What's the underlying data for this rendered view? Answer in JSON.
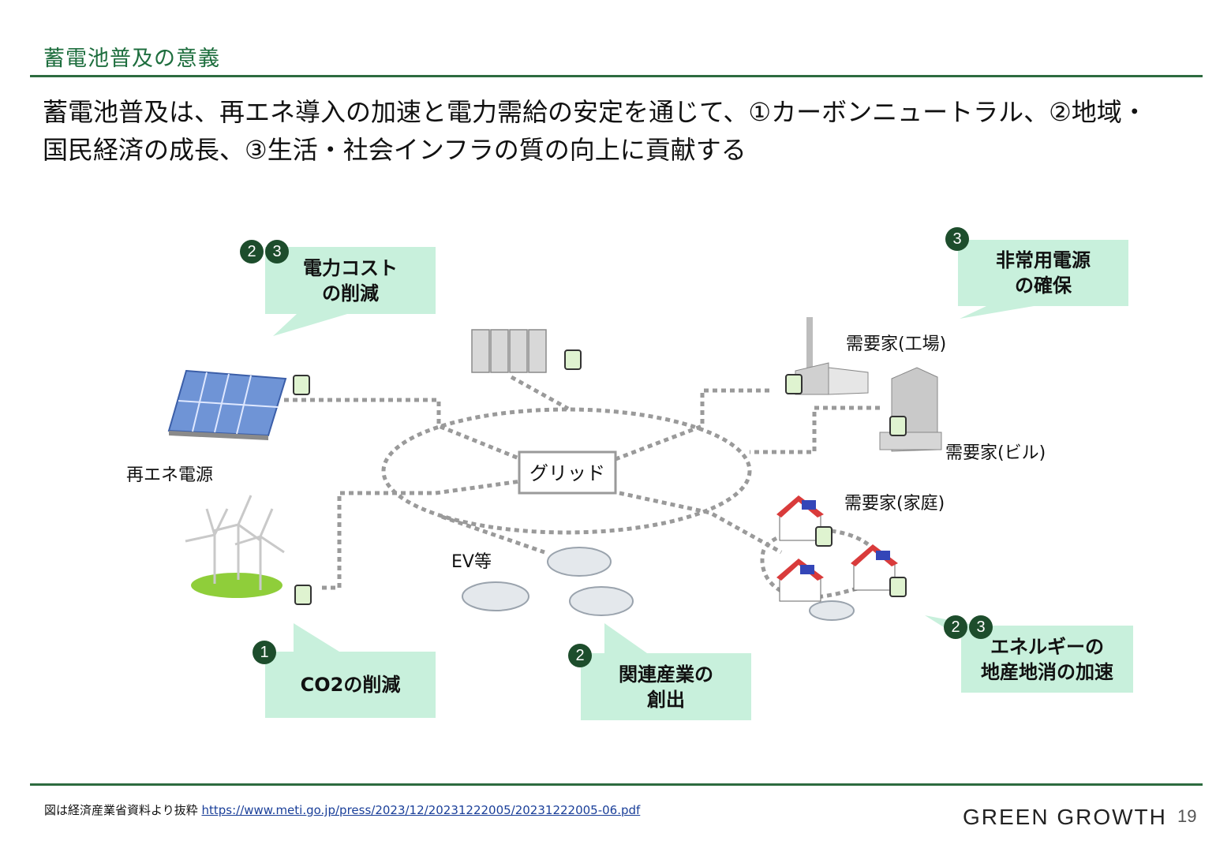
{
  "header": {
    "title": "蓄電池普及の意義"
  },
  "lead": {
    "line1": "蓄電池普及は、再エネ導入の加速と電力需給の安定を通じて、①カーボンニュートラル、②地域・",
    "line2": "国民経済の成長、③生活・社会インフラの質の向上に貢献する"
  },
  "diagram": {
    "grid_label": "グリッド",
    "renewable_label": "再エネ電源",
    "factory_label": "需要家(工場)",
    "building_label": "需要家(ビル)",
    "home_label": "需要家(家庭)",
    "ev_label": "EV等",
    "callouts": [
      {
        "badges": [
          "2",
          "3"
        ],
        "line1": "電力コスト",
        "line2": "の削減"
      },
      {
        "badges": [
          "3"
        ],
        "line1": "非常用電源",
        "line2": "の確保"
      },
      {
        "badges": [
          "1"
        ],
        "line1": "CO2の削減",
        "line2": ""
      },
      {
        "badges": [
          "2"
        ],
        "line1": "関連産業の",
        "line2": "創出"
      },
      {
        "badges": [
          "2",
          "3"
        ],
        "line1": "エネルギーの",
        "line2": "地産地消の加速"
      }
    ]
  },
  "footer": {
    "source_prefix": "図は経済産業省資料より抜粋",
    "source_url": "https://www.meti.go.jp/press/2023/12/20231222005/20231222005-06.pdf",
    "brand": "GREEN GROWTH",
    "page": "19"
  },
  "colors": {
    "accent": "#1e6e3e",
    "callout_bg": "#c8f0dc",
    "badge": "#1d4d2c"
  }
}
